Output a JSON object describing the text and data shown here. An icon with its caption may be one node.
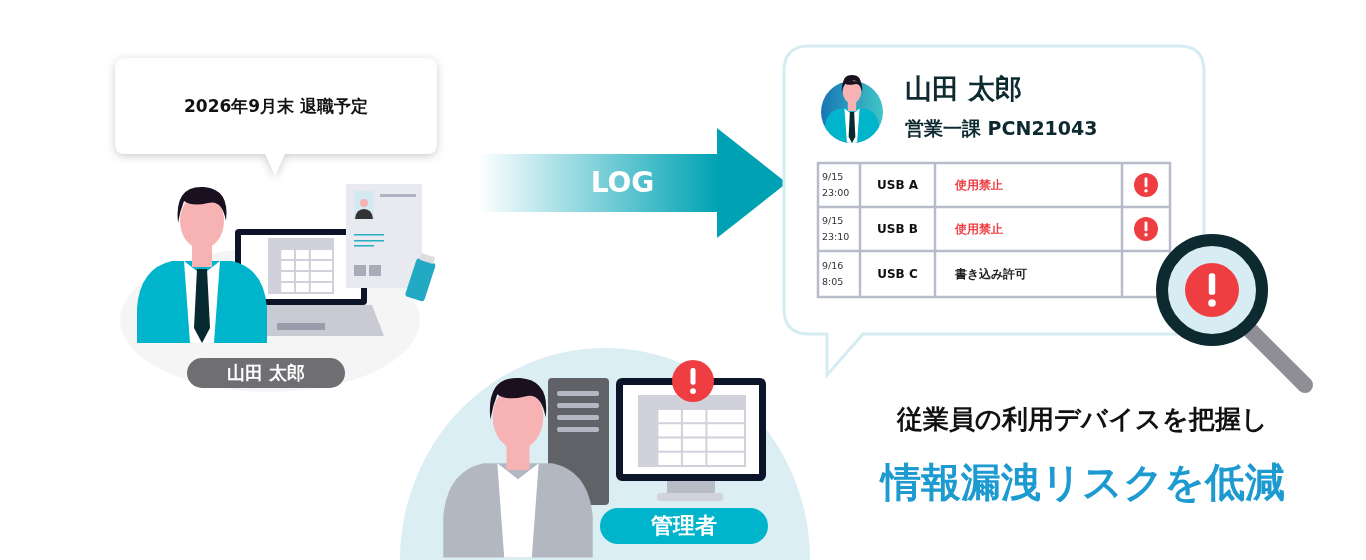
{
  "diagram": {
    "nodes": [
      {
        "text": [
          "2026年9月末 退職予定"
        ]
      },
      {
        "text": [
          "山田 太郎"
        ]
      },
      {
        "text": [
          "山田 太郎",
          "営業一課 PCN21043"
        ]
      },
      {
        "text": [
          "管理者"
        ]
      }
    ],
    "edges": [
      {
        "from": 1,
        "to": 2,
        "arrow": "to",
        "label": "LOG",
        "style": "thick"
      }
    ],
    "labels": [
      "9/15 23:00",
      "USB A",
      "使用禁止",
      "9/15 23:10",
      "USB B",
      "使用禁止",
      "9/16 8:05",
      "USB C",
      "書き込み許可",
      "従業員の利用デバイスを把握し",
      "情報漏洩リスクを低減"
    ]
  }
}
